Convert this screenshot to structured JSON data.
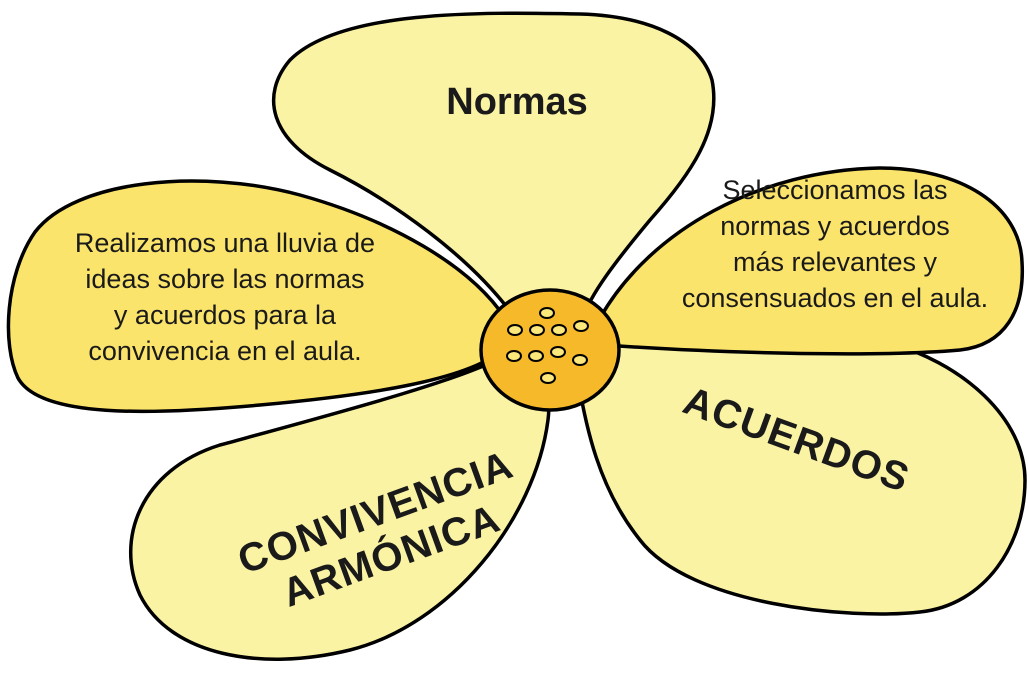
{
  "petals": {
    "top": {
      "title": "Normas"
    },
    "left": {
      "lines": [
        "Realizamos una lluvia de",
        "ideas sobre las normas",
        "y acuerdos para la",
        "convivencia en el aula."
      ]
    },
    "right": {
      "lines": [
        "Seleccionamos las",
        "normas y acuerdos",
        "más relevantes y",
        "consensuados en el aula."
      ]
    },
    "bottom_left": {
      "lines": [
        "CONVIVENCIA",
        "ARMÓNICA"
      ]
    },
    "bottom_right": {
      "title": "ACUERDOS"
    }
  },
  "colors": {
    "petal_light": "#fbf3a4",
    "petal_dark": "#fbe46c",
    "center": "#f5b92a",
    "seed": "#fbe77a",
    "outline": "#000000"
  }
}
